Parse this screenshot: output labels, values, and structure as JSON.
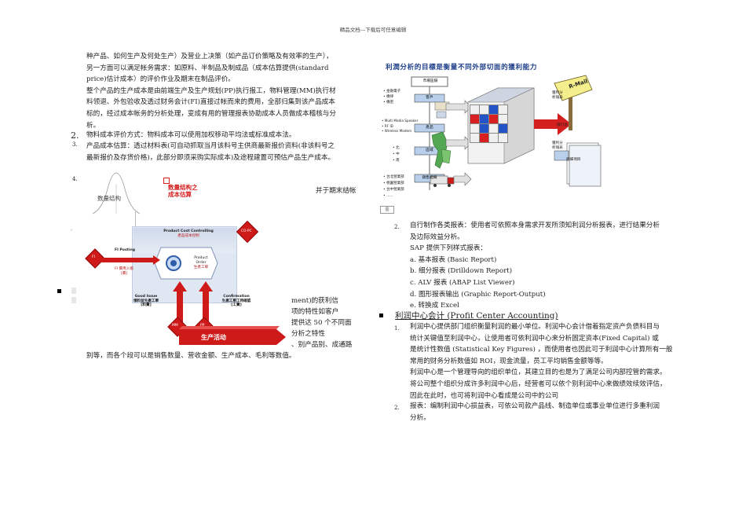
{
  "header": "精品文档---下载后可任意编辑",
  "left": {
    "lines_top": [
      "种产品、如何生产及何处生产）及营业上决策（如产品订价策略及有效率的生产），",
      "另一方面可以满足帐务需求：如原料、半制品及制成品（成本估算提供(standard",
      "price)估计成本）的评价作业及期末在制品评价。",
      "整个产品的生产成本是由前端生产及生产规划(PP)执行报工，物料管理(MM)执行材",
      "料领退、外包验收及透过财务会计(FI)直接过帐而来的费用，全部归集到该产品成本",
      "标的，经过成本帐务的分析处理，变成有用的管理报表协助成本人员做成本稽核与分",
      "析。"
    ],
    "item2_num": "2.",
    "item2_text": "物料成本评价方式：物料成本可以使用加权移动平均法或标准成本法。",
    "item3_num": "3.",
    "item3_lines": [
      "产品成本估算：透过材料表(可自动抓取当月该料号主供商最新报价资料(非该料号之",
      "最新报价及存货价格)，此部分即须采购实际成本)及途程建置可预估产品生产成本。"
    ],
    "item4_num": "4.",
    "partial_right": [
      "并于期末结帐",
      "ment)的获利信",
      "项的特性如客户",
      "提供达 50 个不同面",
      "分析之特性",
      "、别产品别、成通路"
    ],
    "partial_left_bottom": "别等，而各个段可以是销售数量、营收金额、生产成本、毛利等数值。",
    "overlay_tabs": {
      "tab_left": "数量结构",
      "tab_red": "数量结构之\n成本估算"
    },
    "figure": {
      "title": "Product Cost Controlling",
      "title_zh": "產品成本控制",
      "center_en": "Product\nOrder",
      "center_zh": "生產工單",
      "fi_posting": "FI Posting",
      "fi_zh": "FI 費用入帳\n[費]",
      "goods_issue": "Good Issue\n領料並生產工單\n[料費]",
      "confirmation": "Confirmation\n生產工單工時確認\n[工費]",
      "mm": "MM",
      "pp": "PP",
      "fi": "FI",
      "copc": "CO-PC",
      "caption": "生产活动"
    }
  },
  "right": {
    "figure": {
      "title": "利潤分析的目標是衡量不同外部切面的獲利能力",
      "market": "市場區隔",
      "customer": "客戶",
      "product": "產品",
      "region": "區域",
      "sales_org": "銷售組織",
      "custom_list": [
        "• 金融電子",
        "• 機律",
        "• 機密"
      ],
      "product_list": [
        "• Multi Media Speaker",
        "• RF ID",
        "• Wireless Modem"
      ],
      "region_list": [
        "• 北",
        "• 中",
        "• 南"
      ],
      "org_list": [
        "• 台北營業部",
        "• 桃園營業部",
        "• 台中營業部",
        "• ......"
      ],
      "mail": "R-Mail",
      "report1": "獲利分\n析報表",
      "analyst": "操行長",
      "report2": "獲利分\n析報表",
      "detail": "明細項目"
    },
    "small_label": "图",
    "item2_num": "2.",
    "item2_lines": [
      "自行制作各类报表：使用者可依照本身需求开发所须知利润分析报表，进行结果分析",
      "及边际效益分析。"
    ],
    "sap_line": "SAP 提供下列样式报表：",
    "report_list": [
      "a. 基本报表  (Basic Report)",
      "b. 细分报表  (Drilldown Report)",
      "c. ALV 报表  (ABAP List Viewer)",
      "d. 图形报表输出  (Graphic Report-Output)",
      "e. 转换成 Excel"
    ],
    "section_heading": "利润中心会计  (Profit Center Accounting)",
    "pc_item1_num": "1.",
    "pc_item1_lines": [
      "利润中心提供部门组织衡量利润的最小单位。利润中心会计借着指定资产负债科目与",
      "统计关键值至利润中心，让使用者可依利润中心来分析固定资本(Fixed Capital) 或",
      "是统计性数值  (Statistical Key Figures) ，而使用者也因此可于利润中心计算所有一般",
      "常用的财务分析数值如 ROI，现金流量，员工平均销售金额等等。",
      "利润中心是一个管理导向的组织单位，其建立目的也是为了满足公司内部控管的需求。",
      "将公司整个组织分成许多利润中心后，经营者可以依个别利润中心来做绩效续效评估，",
      "因此在此时，也可将利润中心看成是公司中的公司"
    ],
    "pc_item2_num": "2.",
    "pc_item2_lines": [
      "报表：编制利润中心损益表，可依公司款产品线、制造单位或事业单位进行多重利润",
      "分析。"
    ]
  }
}
